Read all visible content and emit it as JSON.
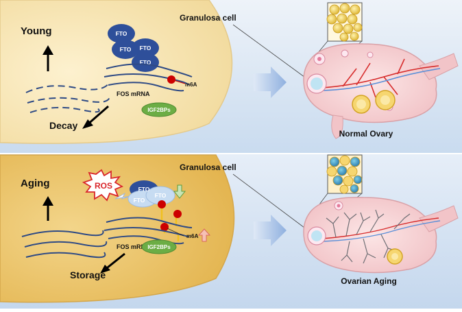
{
  "top_panel": {
    "state_label": "Young",
    "outcome_label": "Decay",
    "fto_labels": [
      "FTO",
      "FTO",
      "FTO",
      "FTO"
    ],
    "mrna_label": "FOS mRNA",
    "m6a_label": "m6A",
    "reader_label": "IGF2BPs",
    "cell_label": "Granulosa cell",
    "ovary_label": "Normal Ovary"
  },
  "bottom_panel": {
    "state_label": "Aging",
    "outcome_label": "Storage",
    "ros_label": "ROS",
    "fto_labels": [
      "FTO",
      "FTO",
      "FTO"
    ],
    "mrna_label": "FOS mRNA",
    "m6a_label": "m6A",
    "reader_label": "IGF2BPs",
    "cell_label": "Granulosa cell",
    "ovary_label": "Ovarian Aging"
  },
  "colors": {
    "background": "#dce8f3",
    "cell_young": "#f7e6b4",
    "cell_aging": "#ebc56b",
    "fto": "#2e4f9a",
    "fto_light": "#c7dcf2",
    "igf2bp": "#6cad45",
    "m6a": "#cc0000",
    "mrna": "#2e4a85",
    "arrow": "#a9c3e6"
  }
}
